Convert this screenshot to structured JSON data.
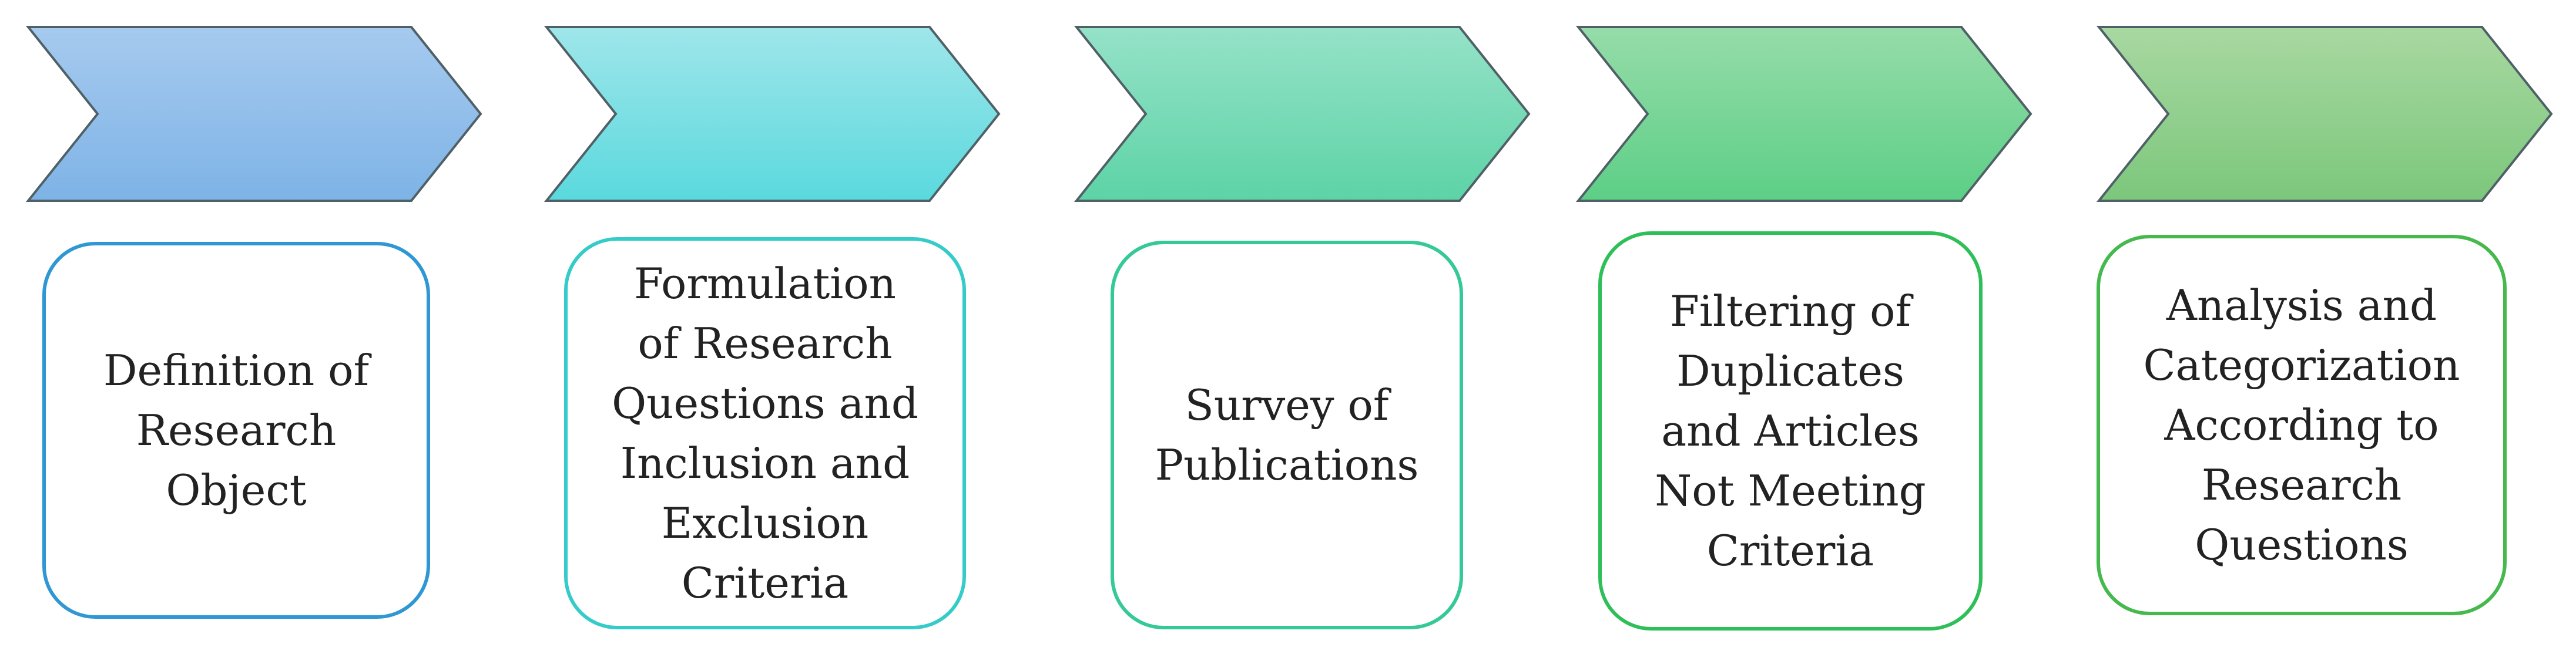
{
  "steps": [
    {
      "label": "Definition of\nResearch\nObject",
      "chevron_top": "#a6caef",
      "chevron_bottom": "#7eb3e6",
      "box_border": "#2f97d3"
    },
    {
      "label": "Formulation\nof Research\nQuestions and\nInclusion and\nExclusion\nCriteria",
      "chevron_top": "#9fe6ea",
      "chevron_bottom": "#5ad9de",
      "box_border": "#35cbc9"
    },
    {
      "label": "Survey of\nPublications",
      "chevron_top": "#95e2c8",
      "chevron_bottom": "#5dd3a6",
      "box_border": "#35c99a"
    },
    {
      "label": "Filtering of\nDuplicates\nand Articles\nNot Meeting\nCriteria",
      "chevron_top": "#96dca9",
      "chevron_bottom": "#5ccf86",
      "box_border": "#2fbf58"
    },
    {
      "label": "Analysis and\nCategorization\nAccording to\nResearch\nQuestions",
      "chevron_top": "#a8d8a1",
      "chevron_bottom": "#7cc77c",
      "box_border": "#45b94e"
    }
  ],
  "chevron_stroke": "#4f6066"
}
